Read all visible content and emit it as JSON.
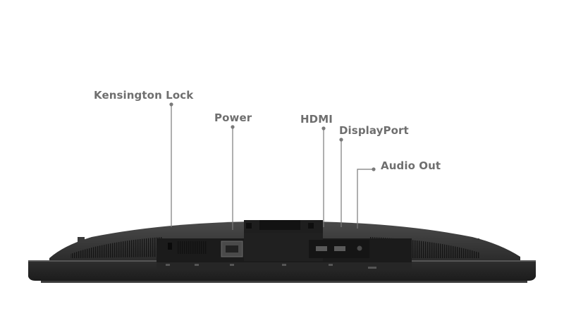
{
  "callouts": {
    "kensington_lock": "Kensington Lock",
    "power": "Power",
    "hdmi": "HDMI",
    "displayport": "DisplayPort",
    "audio_out": "Audio Out"
  },
  "colors": {
    "label_text": "#6f6f6f",
    "leader_line": "#7a7a7a",
    "monitor_body": "#2b2b2b",
    "monitor_dark": "#1a1a1a",
    "monitor_edge": "#3a3a3a"
  }
}
